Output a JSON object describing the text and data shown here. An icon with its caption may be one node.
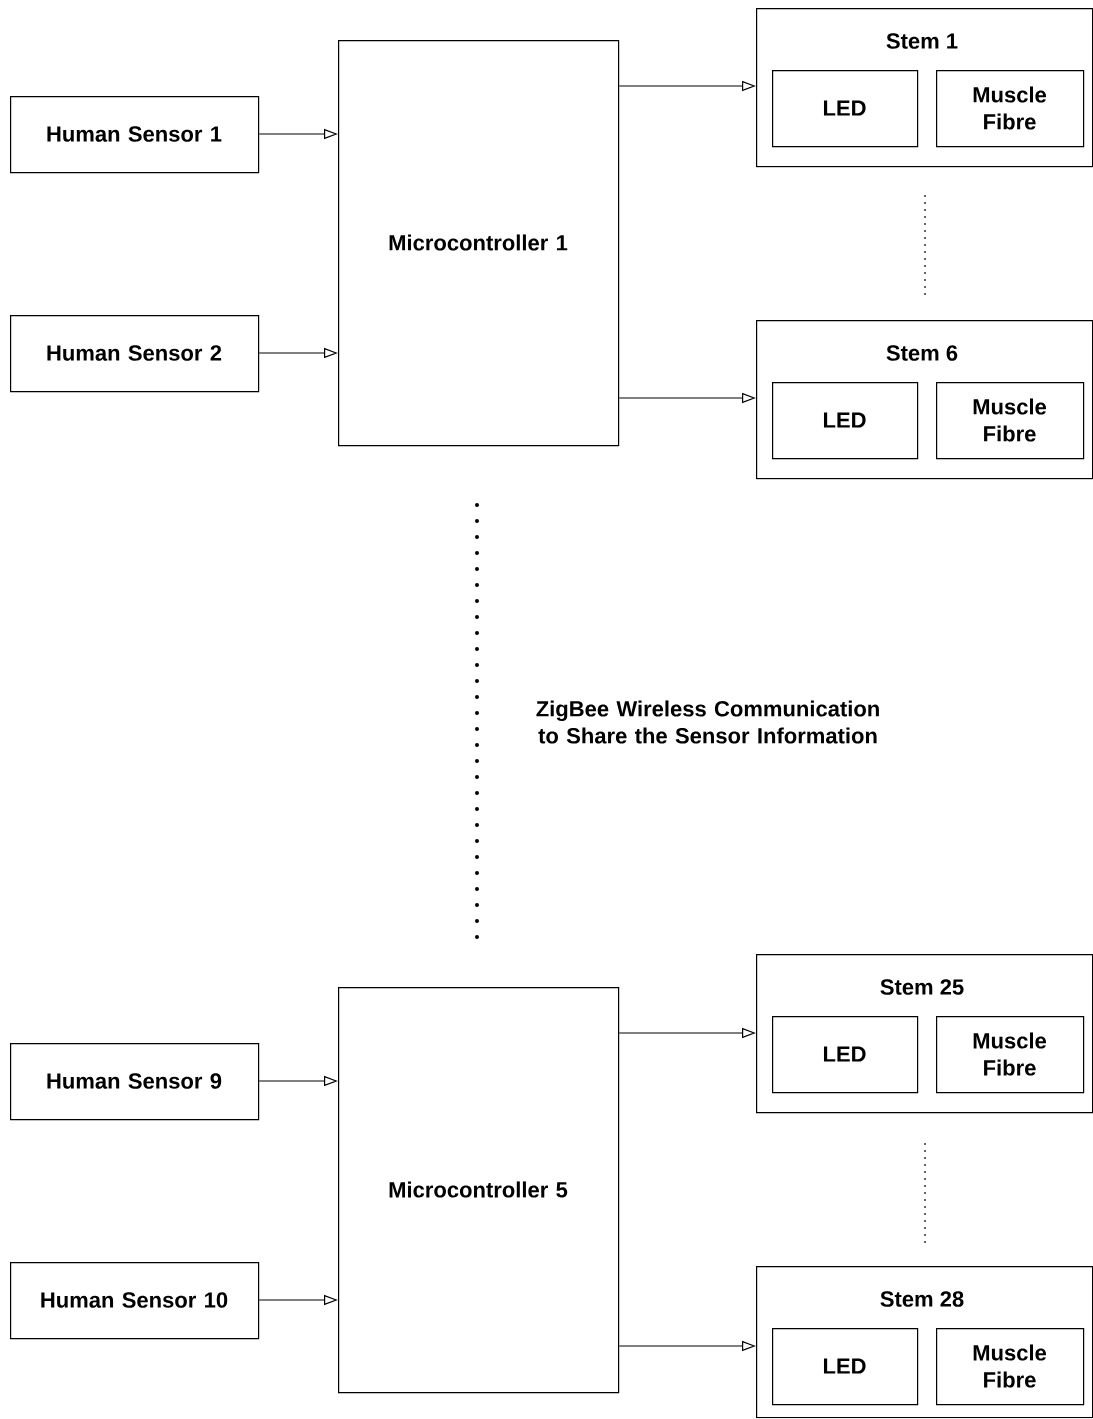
{
  "diagram": {
    "nodes": [
      {
        "text": [
          "Human Sensor 1"
        ]
      },
      {
        "text": [
          "Human Sensor 2"
        ]
      },
      {
        "text": [
          "Microcontroller 1"
        ]
      },
      {
        "text": [
          "Stem 1"
        ]
      },
      {
        "text": [
          "LED"
        ],
        "in": 3
      },
      {
        "text": [
          "Muscle Fibre"
        ],
        "in": 3
      },
      {
        "text": [
          "Stem 6"
        ]
      },
      {
        "text": [
          "LED"
        ],
        "in": 6
      },
      {
        "text": [
          "Muscle Fibre"
        ],
        "in": 6
      },
      {
        "text": [
          "Human Sensor 9"
        ]
      },
      {
        "text": [
          "Human Sensor 10"
        ]
      },
      {
        "text": [
          "Microcontroller 5"
        ]
      },
      {
        "text": [
          "Stem 25"
        ]
      },
      {
        "text": [
          "LED"
        ],
        "in": 12
      },
      {
        "text": [
          "Muscle Fibre"
        ],
        "in": 12
      },
      {
        "text": [
          "Stem 28"
        ]
      },
      {
        "text": [
          "LED"
        ],
        "in": 15
      },
      {
        "text": [
          "Muscle Fibre"
        ],
        "in": 15
      }
    ],
    "edges": [
      {
        "from": 0,
        "to": 2,
        "arrow": "to"
      },
      {
        "from": 1,
        "to": 2,
        "arrow": "to"
      },
      {
        "from": 2,
        "to": 3,
        "arrow": "to"
      },
      {
        "from": 2,
        "to": 6,
        "arrow": "to"
      },
      {
        "from": 9,
        "to": 11,
        "arrow": "to"
      },
      {
        "from": 10,
        "to": 11,
        "arrow": "to"
      },
      {
        "from": 11,
        "to": 12,
        "arrow": "to"
      },
      {
        "from": 11,
        "to": 15,
        "arrow": "to"
      }
    ],
    "labels": [
      "ZigBee Wireless Communication to Share the Sensor Information"
    ]
  }
}
